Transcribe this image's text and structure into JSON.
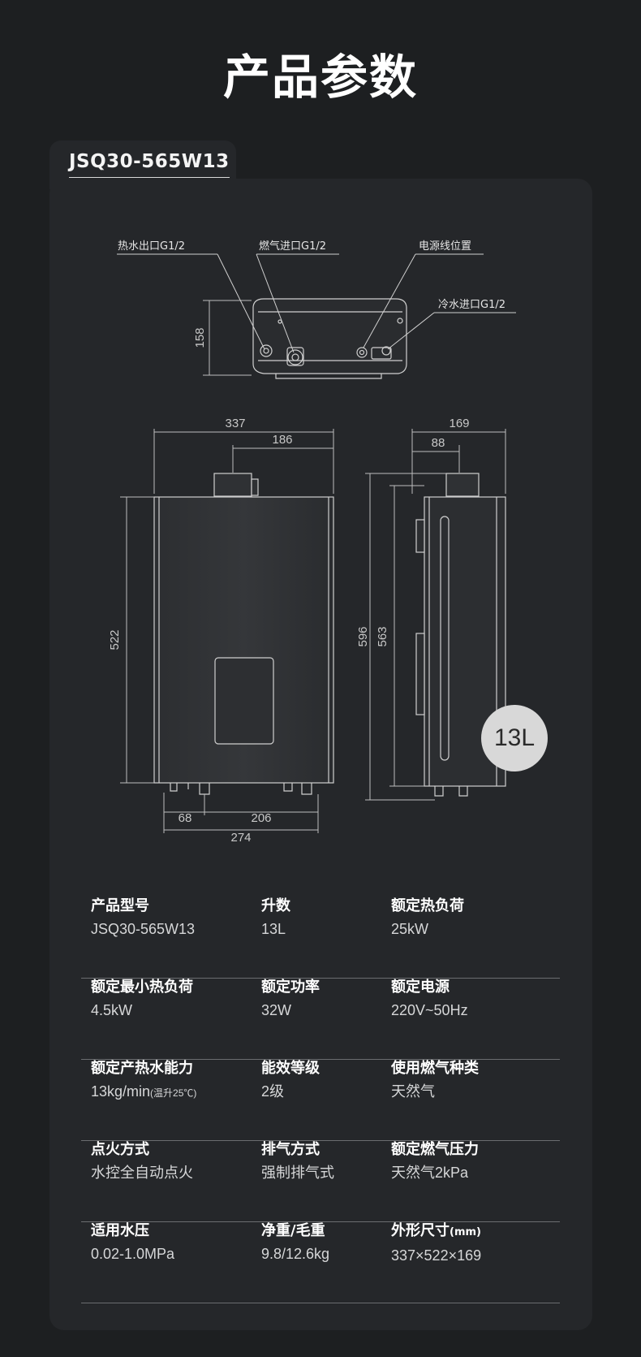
{
  "header": {
    "title": "产品参数"
  },
  "model": {
    "name": "JSQ30-565W13"
  },
  "diagram": {
    "callouts": {
      "hot_water_outlet": "热水出口G1/2",
      "gas_inlet": "燃气进口G1/2",
      "power_cable": "电源线位置",
      "cold_water_inlet": "冷水进口G1/2"
    },
    "dimensions": {
      "depth_top": "158",
      "front_width": "337",
      "front_flue_offset": "186",
      "front_height": "522",
      "bottom_left": "68",
      "bottom_mid": "206",
      "bottom_total": "274",
      "side_depth": "169",
      "side_flue_offset": "88",
      "side_total_height": "596",
      "side_body_height": "563"
    },
    "capacity_badge": "13L"
  },
  "specs": [
    [
      {
        "label": "产品型号",
        "value": "JSQ30-565W13"
      },
      {
        "label": "升数",
        "value": "13L"
      },
      {
        "label": "额定热负荷",
        "value": "25kW"
      }
    ],
    [
      {
        "label": "额定最小热负荷",
        "value": "4.5kW"
      },
      {
        "label": "额定功率",
        "value": "32W"
      },
      {
        "label": "额定电源",
        "value": "220V~50Hz"
      }
    ],
    [
      {
        "label": "额定产热水能力",
        "value": "13kg/min",
        "note": "(温升25℃)"
      },
      {
        "label": "能效等级",
        "value": "2级"
      },
      {
        "label": "使用燃气种类",
        "value": "天然气"
      }
    ],
    [
      {
        "label": "点火方式",
        "value": "水控全自动点火"
      },
      {
        "label": "排气方式",
        "value": "强制排气式"
      },
      {
        "label": "额定燃气压力",
        "value": "天然气2kPa"
      }
    ],
    [
      {
        "label": "适用水压",
        "value": "0.02-1.0MPa"
      },
      {
        "label": "净重/毛重",
        "value": "9.8/12.6kg"
      },
      {
        "label": "外形尺寸",
        "note": "(mm)",
        "value": "337×522×169"
      }
    ]
  ]
}
